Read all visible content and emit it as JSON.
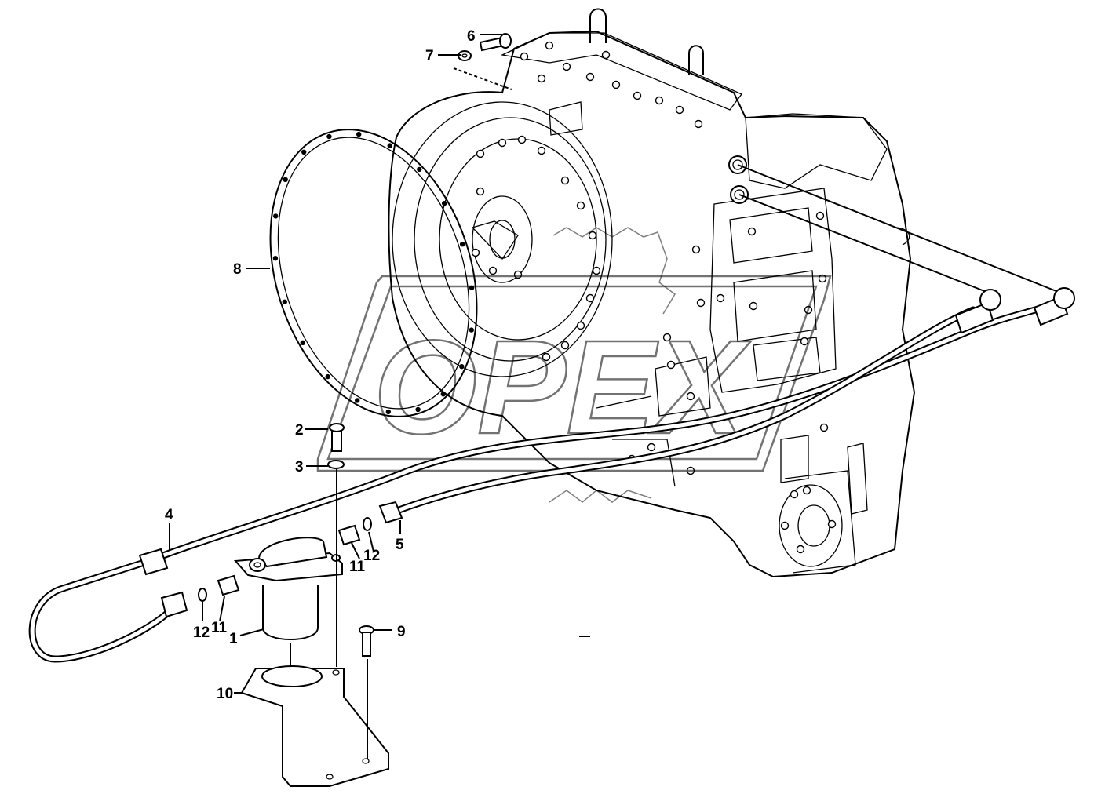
{
  "callouts": {
    "c1": "1",
    "c2": "2",
    "c3": "3",
    "c4": "4",
    "c5": "5",
    "c6": "6",
    "c7": "7",
    "c8": "8",
    "c9": "9",
    "c10": "10",
    "c11a": "11",
    "c11b": "11",
    "c12a": "12",
    "c12b": "12"
  },
  "watermark": {
    "text": "OPEX"
  },
  "colors": {
    "line": "#000000",
    "background": "#ffffff"
  }
}
